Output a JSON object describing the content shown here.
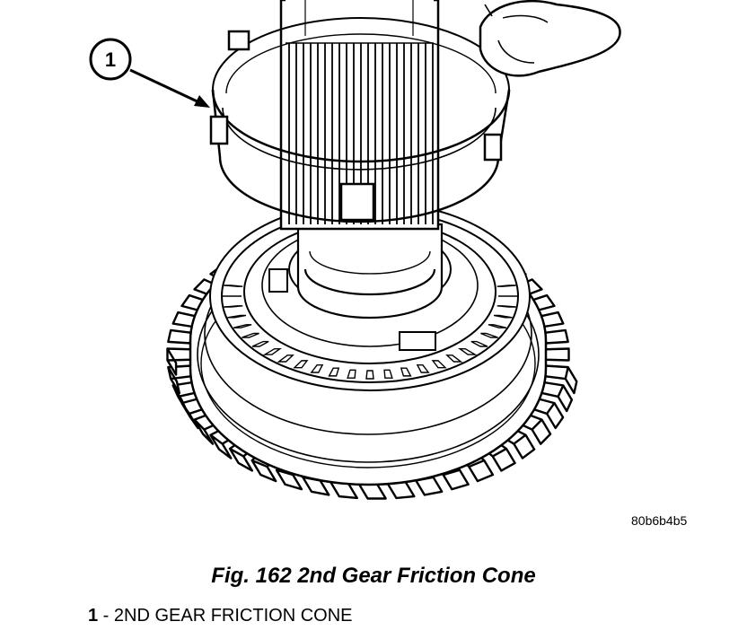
{
  "figure": {
    "callout_number": "1",
    "image_id": "80b6b4b5",
    "caption": "Fig. 162 2nd Gear Friction Cone"
  },
  "legend": {
    "items": [
      {
        "number": "1",
        "separator": " - ",
        "text": "2ND GEAR FRICTION CONE"
      }
    ]
  }
}
